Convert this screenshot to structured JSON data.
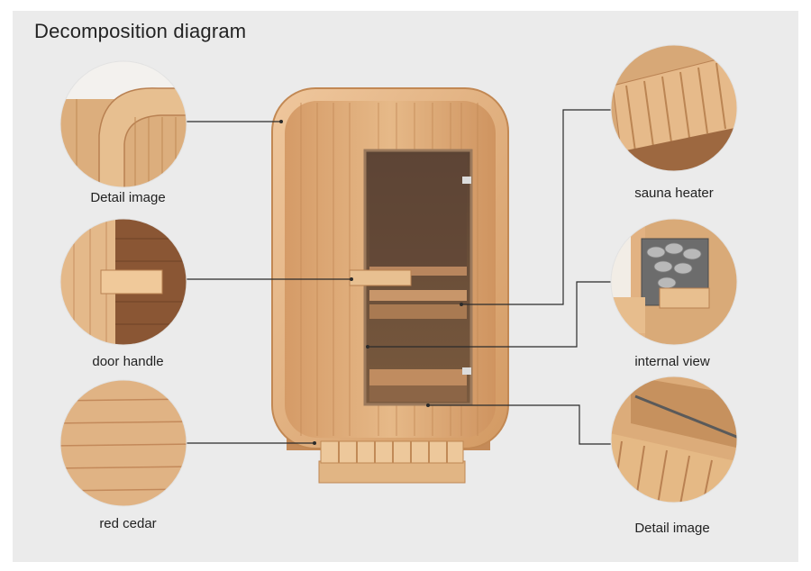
{
  "title": "Decomposition diagram",
  "callouts": {
    "detail_top": "Detail image",
    "door_handle": "door handle",
    "red_cedar": "red cedar",
    "sauna_heater": "sauna heater",
    "internal_view": "internal view",
    "detail_bottom": "Detail image"
  },
  "colors": {
    "wood_light": "#e2b383",
    "wood_mid": "#cf9662",
    "wood_dark": "#a7663a",
    "glass": "#6e5540",
    "line": "#2b2b2b",
    "background": "#ebebeb"
  }
}
